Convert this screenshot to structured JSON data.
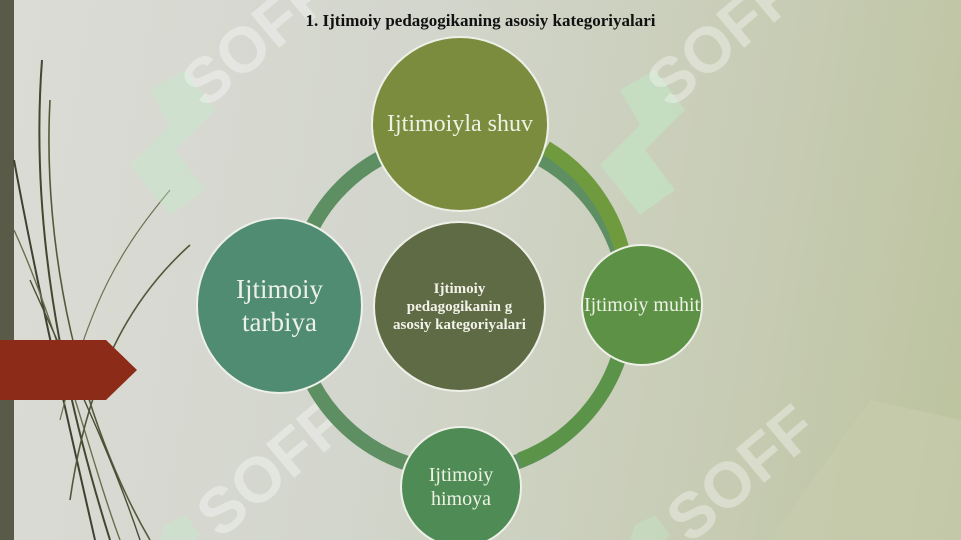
{
  "title": "1. Ijtimoiy pedagogikaning asosiy kategoriyalari",
  "center": {
    "label": "Ijtimoiy pedagogikanin g asosiy kategoriyalari"
  },
  "nodes": {
    "top": "Ijtimoiyla shuv",
    "left": "Ijtimoiy tarbiya",
    "right": "Ijtimoiy muhit",
    "bottom": "Ijtimoiy himoya"
  },
  "watermark": "SOFF",
  "colors": {
    "center": "#5f6b44",
    "top": "#7c8c3e",
    "left": "#4f8c72",
    "right": "#5d9146",
    "bottom": "#4f8c55",
    "accent_arrow": "#8c2b17"
  }
}
